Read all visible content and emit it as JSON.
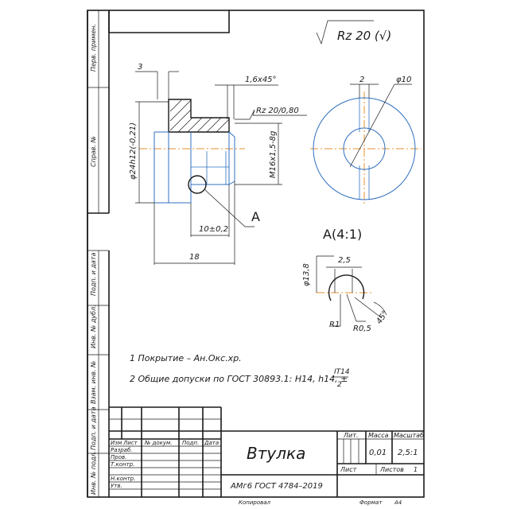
{
  "drawing": {
    "roughness": "Rz 20 (√)",
    "left_column_labels": {
      "perv_primen": "Перв. примен.",
      "sprav_no": "Справ. №",
      "podp_data_1": "Подп. и дата",
      "inv_dubl": "Инв. № дубл.",
      "vzam_inv": "Взам. инв. №",
      "podp_data_2": "Подп. и дата",
      "inv_podl": "Инв. № подл."
    },
    "dimensions": {
      "d_3": "3",
      "chamfer": "1,6x45°",
      "rz_080": "Rz 20/0,80",
      "dia_24": "φ24h12(-0,21)",
      "thread": "M16x1,5-8g",
      "dim_10": "10±0,2",
      "dim_18": "18",
      "leader_a": "A",
      "d_2": "2",
      "d_10": "φ10",
      "detail_title": "A(4:1)",
      "d_25": "2,5",
      "d_138": "φ13,8",
      "r1": "R1",
      "r05": "R0,5",
      "angle_45": "45°"
    },
    "notes": {
      "note1": "1 Покрытие – Ан.Окс.хр.",
      "note2": "2 Общие допуски по ГОСТ 30893.1: Н14, h14, ±",
      "note2_frac_top": "IT14",
      "note2_frac_bottom": "2"
    },
    "title_block": {
      "name": "Втулка",
      "material": "АМг6 ГОСТ 4784–2019",
      "lit_label": "Лит.",
      "massa_label": "Масса",
      "masshtab_label": "Масштаб",
      "massa_value": "0,01",
      "masshtab_value": "2,5:1",
      "list_label": "Лист",
      "listov_label": "Листов",
      "listov_value": "1",
      "col_izm": "Изм",
      "col_list": "Лист",
      "col_docum": "№ докум.",
      "col_podp": "Подп.",
      "col_data": "Дата",
      "row_razrab": "Разраб.",
      "row_prov": "Пров.",
      "row_tkontr": "Т.контр.",
      "row_nkontr": "Н.контр.",
      "row_utv": "Утв.",
      "kopiroval": "Копировал",
      "format": "Формат",
      "format_value": "А4"
    }
  }
}
